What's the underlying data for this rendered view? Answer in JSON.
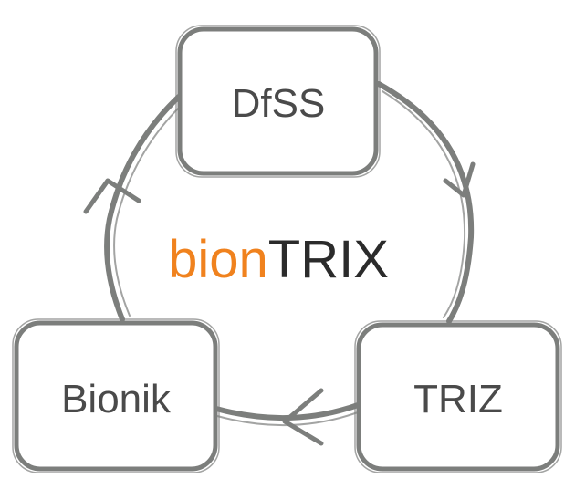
{
  "nodes": {
    "top": "DfSS",
    "right": "TRIZ",
    "left": "Bionik"
  },
  "center": {
    "part1": "bion",
    "part2": "TRIX"
  },
  "colors": {
    "stroke": "#7c7e7c",
    "label": "#4a4a4a",
    "brand_accent": "#f0821e",
    "brand_dark": "#2b2b2b",
    "background": "#ffffff"
  }
}
